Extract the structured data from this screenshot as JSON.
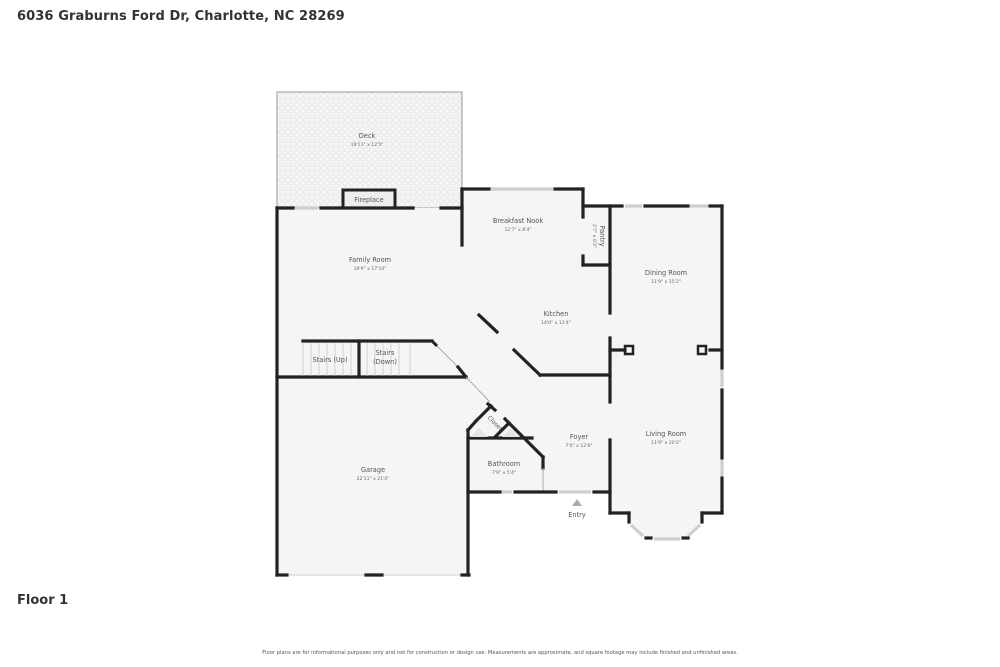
{
  "header": {
    "address": "6036 Graburns Ford Dr, Charlotte, NC 28269"
  },
  "floor": {
    "label": "Floor 1"
  },
  "disclaimer": "Floor plans are for informational purposes only and not for construction or design use. Measurements are approximate, and square footage may include finished and unfinished areas.",
  "rooms": {
    "deck": {
      "name": "Deck",
      "dims": "19'11\" x 12'5\""
    },
    "fireplace": {
      "name": "Fireplace"
    },
    "family_room": {
      "name": "Family Room",
      "dims": "19'9\" x 17'10\""
    },
    "breakfast_nook": {
      "name": "Breakfast Nook",
      "dims": "12'7\" x 8'4\""
    },
    "pantry": {
      "name": "Pantry",
      "dims": "2'7\" x 6'2\""
    },
    "dining_room": {
      "name": "Dining Room",
      "dims": "11'9\" x 15'2\""
    },
    "kitchen": {
      "name": "Kitchen",
      "dims": "14'0\" x 11'4\""
    },
    "stairs_up": {
      "name": "Stairs (Up)"
    },
    "stairs_down": {
      "name_line1": "Stairs",
      "name_line2": "(Down)"
    },
    "closet": {
      "name": "Closet"
    },
    "foyer": {
      "name": "Foyer",
      "dims": "7'0\" x 12'6\""
    },
    "living_room": {
      "name": "Living Room",
      "dims": "11'9\" x 20'2\""
    },
    "bathroom": {
      "name": "Bathroom",
      "dims": "7'9\" x 5'4\""
    },
    "garage": {
      "name": "Garage",
      "dims": "22'11\" x 21'0\""
    },
    "entry": {
      "name": "Entry"
    }
  },
  "colors": {
    "wall": "#222222",
    "floor": "#f5f5f5",
    "window": "#cfcfcf",
    "text": "#555555"
  }
}
